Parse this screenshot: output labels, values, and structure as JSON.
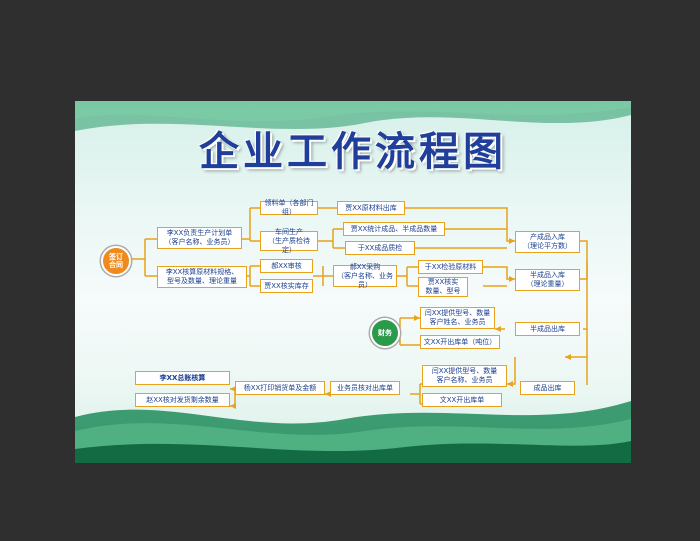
{
  "diagram": {
    "title": "企业工作流程图",
    "start_circle": "签订\n合同",
    "finance_circle": "财务",
    "nodes": {
      "production_plan": "李XX负责生产计划单\n（客户名称、业务员）",
      "material_spec": "李XX核算原材料规格、\n型号及数量、理论重量",
      "material_request": "领料单（各部门组）",
      "material_out": "贾XX原材料出库",
      "workshop": "车间生产\n（生产质检待定）",
      "stat_products": "贾XX统计成品、半成品数量",
      "qc": "于XX成品质检",
      "hao_review": "郝XX审核",
      "jia_inventory": "贾XX核实库存",
      "hao_purchase": "郝XX采购\n（客户名称、业务员）",
      "yu_inspect": "于XX检验原材料",
      "jia_verify": "贾XX核实\n数量、型号",
      "product_in": "产成品入库\n（理论平方数）",
      "semi_in": "半成品入库\n（理论重量）",
      "semi_out": "半成品出库",
      "product_out": "成品出库",
      "yan_provide_1": "闫XX提供型号、数量\n客户姓名、业务员",
      "wen_order_1": "文XX开出库单（吨位）",
      "yan_provide_2": "闫XX提供型号、数量\n客户名称、业务员",
      "wen_order_2": "文XX开出库单",
      "salesman": "业务员核对出库单",
      "yang_print": "杨XX打印销货单及金额",
      "li_check": "李XX总账核算",
      "zhao_check": "赵XX核对发货剩余数量"
    }
  },
  "colors": {
    "title": "#1f3f9a",
    "box_border": "#e8a21c",
    "box_text": "#1b3f8f",
    "connector": "#e8a21c",
    "start_circle": "#f08a1c",
    "finance_circle": "#2b9a4b"
  }
}
